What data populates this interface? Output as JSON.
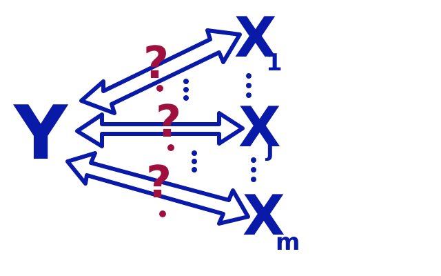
{
  "colors": {
    "ink_blue": "#0a1aa8",
    "ink_red": "#a0103e",
    "background": "#ffffff"
  },
  "target": {
    "label": "Y"
  },
  "features": [
    {
      "name": "X",
      "subscript": "1"
    },
    {
      "name": "X",
      "subscript": "j"
    },
    {
      "name": "X",
      "subscript": "m"
    }
  ],
  "relation_marks": [
    {
      "symbol": "?"
    },
    {
      "symbol": "?"
    },
    {
      "symbol": "?"
    }
  ],
  "ellipsis": {
    "symbol": "⋮"
  }
}
